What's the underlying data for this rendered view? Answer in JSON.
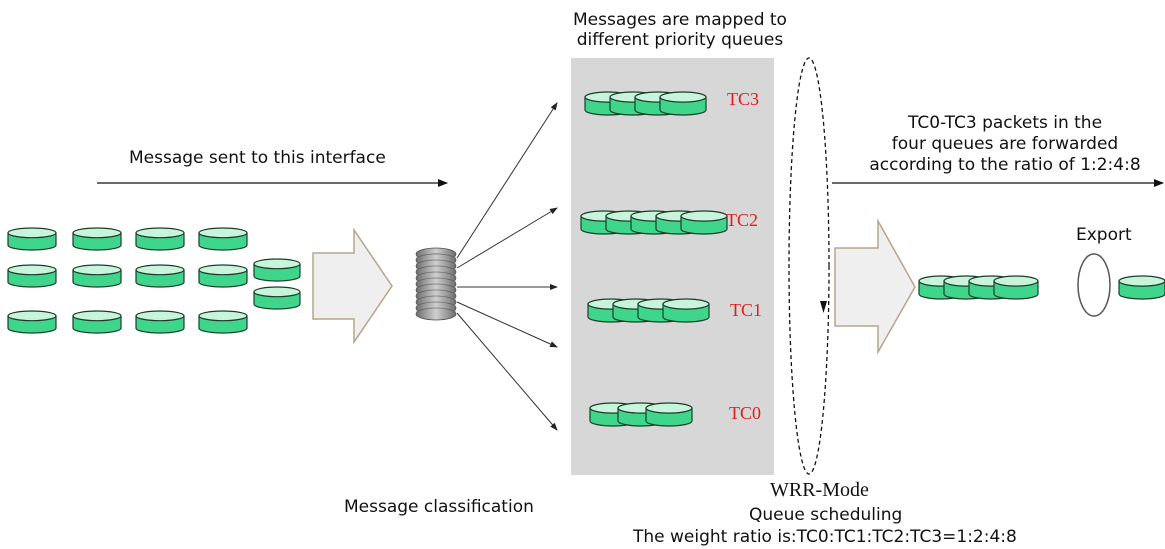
{
  "labels": {
    "mapped_line1": "Messages are mapped to",
    "mapped_line2": "different priority queues",
    "sent": "Message sent to this interface",
    "forward_line1": "TC0-TC3 packets in the",
    "forward_line2": "four queues are forwarded",
    "forward_line3": "according to the ratio of 1:2:4:8",
    "export": "Export",
    "classification": "Message classification",
    "wrr_mode": "WRR-Mode",
    "queue_scheduling": "Queue scheduling",
    "weight_ratio": "The weight ratio is:TC0:TC1:TC2:TC3=1:2:4:8"
  },
  "queues": [
    {
      "name": "TC3",
      "packets": 4
    },
    {
      "name": "TC2",
      "packets": 5
    },
    {
      "name": "TC1",
      "packets": 4
    },
    {
      "name": "TC0",
      "packets": 3
    }
  ],
  "colors": {
    "packet_fill": "#3fd68c",
    "packet_top": "#c8f4dc",
    "packet_stroke": "#1a3d2a",
    "queue_bg": "#d7d7d7",
    "tc_label": "#e21b1b",
    "big_arrow_fill": "#f0efef",
    "big_arrow_stroke": "#b8a58a"
  }
}
